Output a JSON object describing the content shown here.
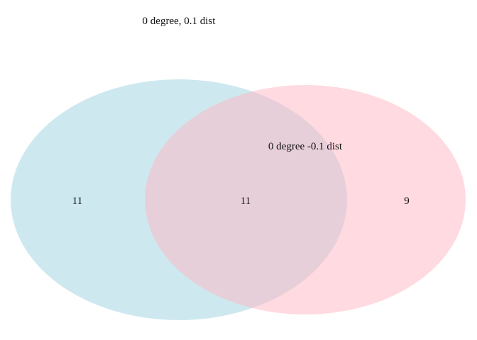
{
  "venn": {
    "sets": [
      {
        "label": "0 degree, 0.1 dist",
        "color": "#add8e6",
        "only_count": "11"
      },
      {
        "label": "0 degree -0.1 dist",
        "color": "#ffb6c1",
        "only_count": "9"
      }
    ],
    "intersection_count": "11"
  }
}
